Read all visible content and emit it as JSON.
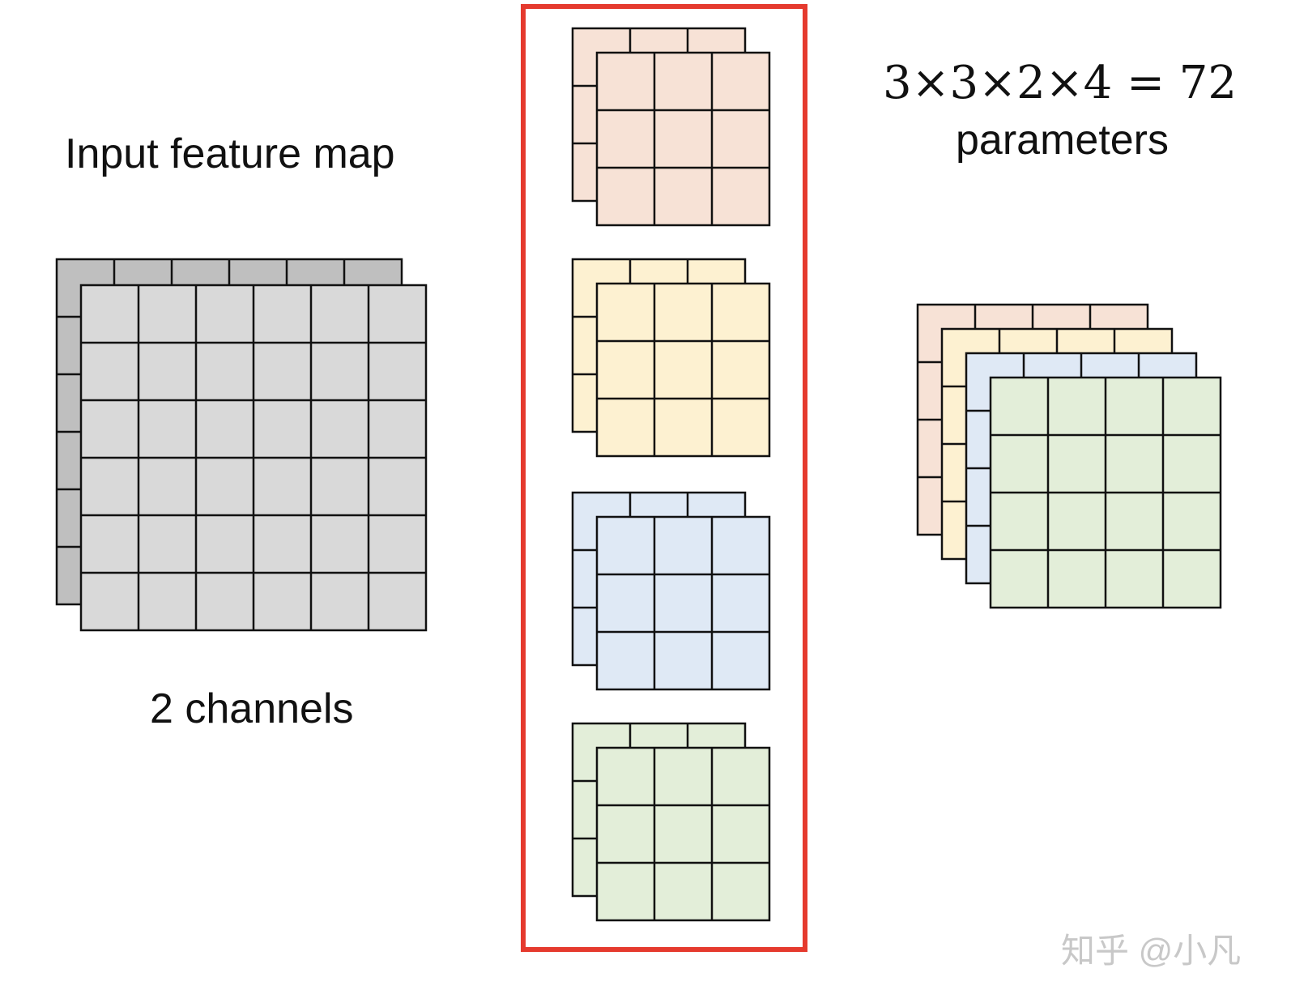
{
  "labels": {
    "input_title": "Input feature map",
    "input_subtitle": "2 channels",
    "formula": "3×3×2×4 = 72",
    "formula_subtitle": "parameters",
    "watermark": "知乎 @小凡"
  },
  "colors": {
    "input": "#d9d9d9",
    "input_back": "#bfbfbf",
    "grid_line": "#111111",
    "kernel_box": "#e53a2e",
    "kernels": [
      "#f7e2d6",
      "#fdf1d1",
      "#dfe9f5",
      "#e3eed9"
    ]
  },
  "input_map": {
    "rows": 6,
    "cols": 6,
    "channels": 2
  },
  "kernels": {
    "count": 4,
    "rows": 3,
    "cols": 3,
    "channels": 2
  },
  "output_map": {
    "rows": 4,
    "cols": 4,
    "channels": 4
  }
}
